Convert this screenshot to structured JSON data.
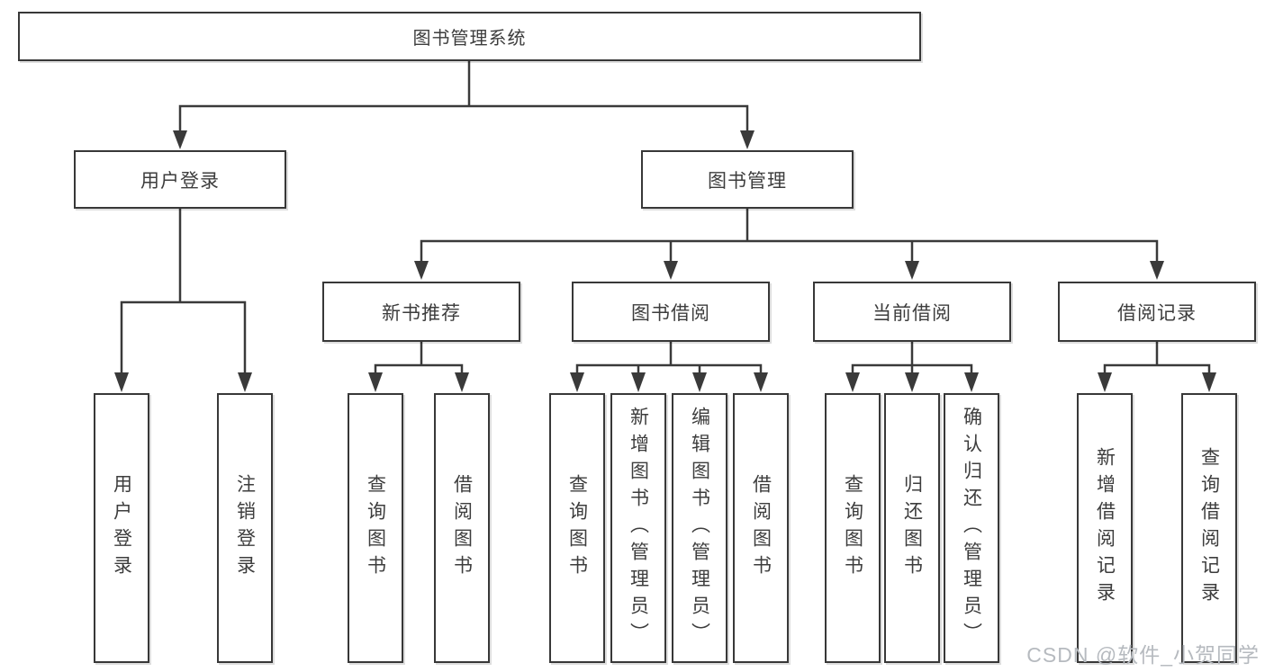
{
  "colors": {
    "line": "#3a3a3a",
    "box_border": "#383838",
    "text": "#3d3d3d",
    "background": "#ffffff",
    "watermark": "#b6babf"
  },
  "watermark": "CSDN @软件_小贺同学",
  "tree": {
    "label": "图书管理系统",
    "children": [
      {
        "label": "用户登录",
        "children": [
          {
            "label": "用户登录"
          },
          {
            "label": "注销登录"
          }
        ]
      },
      {
        "label": "图书管理",
        "children": [
          {
            "label": "新书推荐",
            "children": [
              {
                "label": "查询图书"
              },
              {
                "label": "借阅图书"
              }
            ]
          },
          {
            "label": "图书借阅",
            "children": [
              {
                "label": "查询图书"
              },
              {
                "label": "新增图书（管理员）"
              },
              {
                "label": "编辑图书（管理员）"
              },
              {
                "label": "借阅图书"
              }
            ]
          },
          {
            "label": "当前借阅",
            "children": [
              {
                "label": "查询图书"
              },
              {
                "label": "归还图书"
              },
              {
                "label": "确认归还（管理员）"
              }
            ]
          },
          {
            "label": "借阅记录",
            "children": [
              {
                "label": "新增借阅记录"
              },
              {
                "label": "查询借阅记录"
              }
            ]
          }
        ]
      }
    ]
  }
}
